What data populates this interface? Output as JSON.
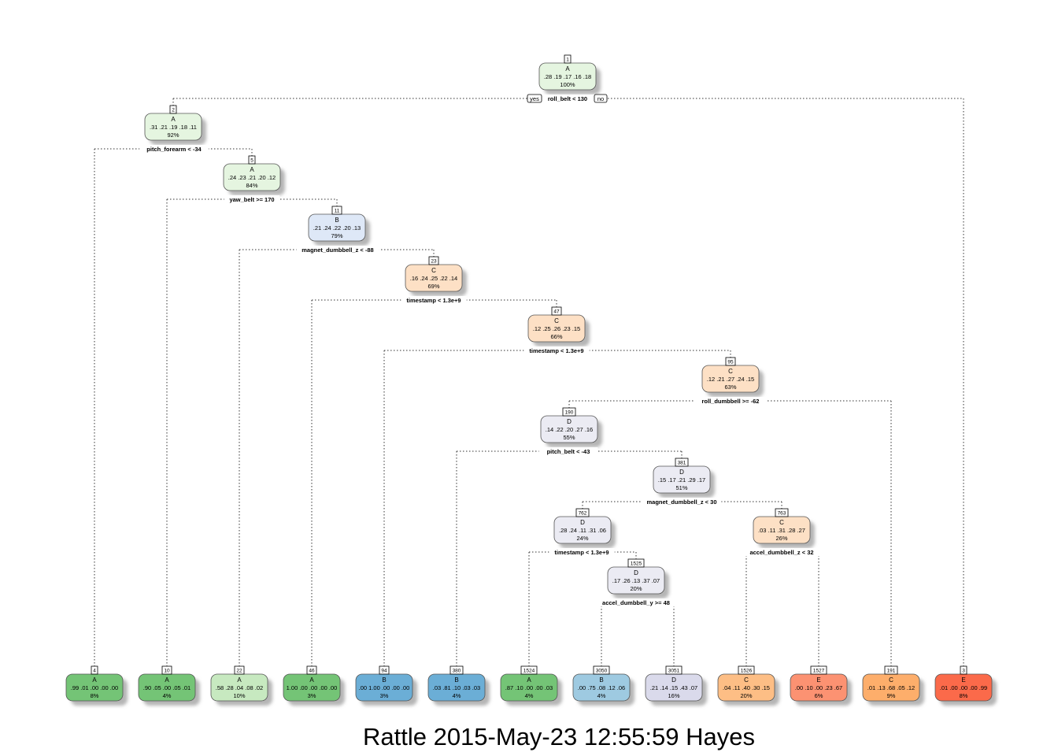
{
  "caption": "Rattle 2015-May-23 12:55:59 Hayes",
  "palette": {
    "A": [
      "#e5f5e0",
      "#c7e9c0",
      "#74c476"
    ],
    "B": [
      "#dee8f7",
      "#9ecae1",
      "#6baed6"
    ],
    "C": [
      "#fde0c5",
      "#fdbe85",
      "#fdae6b"
    ],
    "D": [
      "#ebebf3",
      "#dadaeb"
    ],
    "E": [
      "#fc9272",
      "#fb6a4a"
    ]
  },
  "nodes": [
    {
      "id": "1",
      "class": "A",
      "probs": ".28 .19 .17 .16 .18",
      "pct": "100%",
      "split": "roll_belt < 130",
      "shade": 0
    },
    {
      "id": "2",
      "class": "A",
      "probs": ".31 .21 .19 .18 .11",
      "pct": "92%",
      "split": "pitch_forearm < -34",
      "shade": 0
    },
    {
      "id": "4",
      "class": "A",
      "probs": ".99 .01 .00 .00 .00",
      "pct": "8%",
      "split": "",
      "shade": 2
    },
    {
      "id": "5",
      "class": "A",
      "probs": ".24 .23 .21 .20 .12",
      "pct": "84%",
      "split": "yaw_belt >= 170",
      "shade": 0
    },
    {
      "id": "10",
      "class": "A",
      "probs": ".90 .05 .00 .05 .01",
      "pct": "4%",
      "split": "",
      "shade": 2
    },
    {
      "id": "11",
      "class": "B",
      "probs": ".21 .24 .22 .20 .13",
      "pct": "79%",
      "split": "magnet_dumbbell_z < -88",
      "shade": 0
    },
    {
      "id": "22",
      "class": "A",
      "probs": ".58 .28 .04 .08 .02",
      "pct": "10%",
      "split": "",
      "shade": 1
    },
    {
      "id": "23",
      "class": "C",
      "probs": ".16 .24 .25 .22 .14",
      "pct": "69%",
      "split": "timestamp < 1.3e+9",
      "shade": 0
    },
    {
      "id": "46",
      "class": "A",
      "probs": "1.00 .00 .00 .00 .00",
      "pct": "3%",
      "split": "",
      "shade": 2
    },
    {
      "id": "47",
      "class": "C",
      "probs": ".12 .25 .26 .23 .15",
      "pct": "66%",
      "split": "timestamp < 1.3e+9",
      "shade": 0
    },
    {
      "id": "94",
      "class": "B",
      "probs": ".00 1.00 .00 .00 .00",
      "pct": "3%",
      "split": "",
      "shade": 2
    },
    {
      "id": "95",
      "class": "C",
      "probs": ".12 .21 .27 .24 .15",
      "pct": "63%",
      "split": "roll_dumbbell >= -62",
      "shade": 0
    },
    {
      "id": "190",
      "class": "D",
      "probs": ".14 .22 .20 .27 .16",
      "pct": "55%",
      "split": "pitch_belt < -43",
      "shade": 0
    },
    {
      "id": "380",
      "class": "B",
      "probs": ".03 .81 .10 .03 .03",
      "pct": "4%",
      "split": "",
      "shade": 2
    },
    {
      "id": "381",
      "class": "D",
      "probs": ".15 .17 .21 .29 .17",
      "pct": "51%",
      "split": "magnet_dumbbell_z < 30",
      "shade": 0
    },
    {
      "id": "762",
      "class": "D",
      "probs": ".28 .24 .11 .31 .06",
      "pct": "24%",
      "split": "timestamp < 1.3e+9",
      "shade": 0
    },
    {
      "id": "1524",
      "class": "A",
      "probs": ".87 .10 .00 .00 .03",
      "pct": "4%",
      "split": "",
      "shade": 2
    },
    {
      "id": "1525",
      "class": "D",
      "probs": ".17 .26 .13 .37 .07",
      "pct": "20%",
      "split": "accel_dumbbell_y >= 48",
      "shade": 0
    },
    {
      "id": "3050",
      "class": "B",
      "probs": ".00 .75 .08 .12 .06",
      "pct": "4%",
      "split": "",
      "shade": 1
    },
    {
      "id": "3051",
      "class": "D",
      "probs": ".21 .14 .15 .43 .07",
      "pct": "16%",
      "split": "",
      "shade": 1
    },
    {
      "id": "763",
      "class": "C",
      "probs": ".03 .11 .31 .28 .27",
      "pct": "26%",
      "split": "accel_dumbbell_z < 32",
      "shade": 0
    },
    {
      "id": "1526",
      "class": "C",
      "probs": ".04 .11 .40 .30 .15",
      "pct": "20%",
      "split": "",
      "shade": 1
    },
    {
      "id": "1527",
      "class": "E",
      "probs": ".00 .10 .00 .23 .67",
      "pct": "6%",
      "split": "",
      "shade": 0
    },
    {
      "id": "191",
      "class": "C",
      "probs": ".01 .13 .68 .05 .12",
      "pct": "9%",
      "split": "",
      "shade": 2
    },
    {
      "id": "3",
      "class": "E",
      "probs": ".01 .00 .00 .00 .99",
      "pct": "8%",
      "split": "",
      "shade": 1
    }
  ],
  "edges": [
    [
      "1",
      "2"
    ],
    [
      "1",
      "3"
    ],
    [
      "2",
      "4"
    ],
    [
      "2",
      "5"
    ],
    [
      "5",
      "10"
    ],
    [
      "5",
      "11"
    ],
    [
      "11",
      "22"
    ],
    [
      "11",
      "23"
    ],
    [
      "23",
      "46"
    ],
    [
      "23",
      "47"
    ],
    [
      "47",
      "94"
    ],
    [
      "47",
      "95"
    ],
    [
      "95",
      "190"
    ],
    [
      "95",
      "191"
    ],
    [
      "190",
      "380"
    ],
    [
      "190",
      "381"
    ],
    [
      "381",
      "762"
    ],
    [
      "381",
      "763"
    ],
    [
      "762",
      "1524"
    ],
    [
      "762",
      "1525"
    ],
    [
      "1525",
      "3050"
    ],
    [
      "1525",
      "3051"
    ],
    [
      "763",
      "1526"
    ],
    [
      "763",
      "1527"
    ]
  ],
  "yes_label": "yes",
  "no_label": "no"
}
